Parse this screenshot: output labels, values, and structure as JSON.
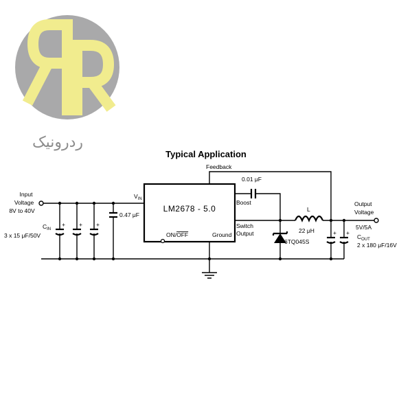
{
  "brand": {
    "name": "ردرونیک",
    "colors": {
      "circle": "#a9a9aa",
      "letters": "#f1ec8e",
      "text": "#8c8c8c"
    }
  },
  "title": "Typical Application",
  "ic": {
    "part": "LM2678 - 5.0",
    "vin": "V",
    "vin_sub": "IN",
    "feedback": "Feedback",
    "boost": "Boost",
    "switch_line1": "Switch",
    "switch_line2": "Output",
    "ground": "Ground",
    "onoff_on": "ON/",
    "onoff_off": "OFF"
  },
  "input": {
    "line1": "Input",
    "line2": "Voltage",
    "line3": "8V to 40V",
    "cin": "C",
    "cin_sub": "IN",
    "cin_value": "3 x 15 μF/50V",
    "bypass": "0.47 μF"
  },
  "boost_cap": "0.01 μF",
  "inductor": {
    "name": "L",
    "value": "22 μH"
  },
  "diode": "6TQ045S",
  "output": {
    "line1": "Output",
    "line2": "Voltage",
    "line3": "5V/5A",
    "cout": "C",
    "cout_sub": "OUT",
    "cout_value": "2 x 180 μF/16V"
  },
  "cap_polarity": "+"
}
